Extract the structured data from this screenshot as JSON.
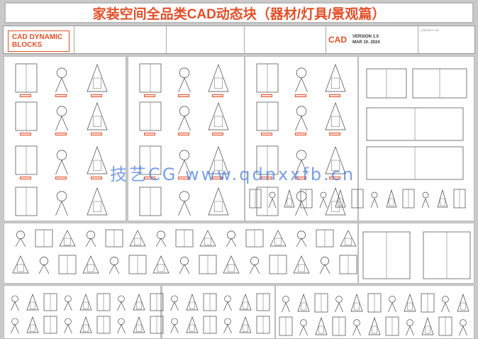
{
  "header": {
    "title": "家装空间全品类CAD动态块（器材/灯具/景观篇）"
  },
  "info": {
    "logo": "CAD DYNAMIC BLOCKS",
    "brand": "CAD",
    "version": "VERSION 1.0",
    "date": "MAR 10. 2024",
    "contact": "CONTACT US"
  },
  "watermark": "技艺CG www.qdnxxfb.cn",
  "colors": {
    "accent": "#e2502a",
    "watermark": "#4d7fe0"
  }
}
